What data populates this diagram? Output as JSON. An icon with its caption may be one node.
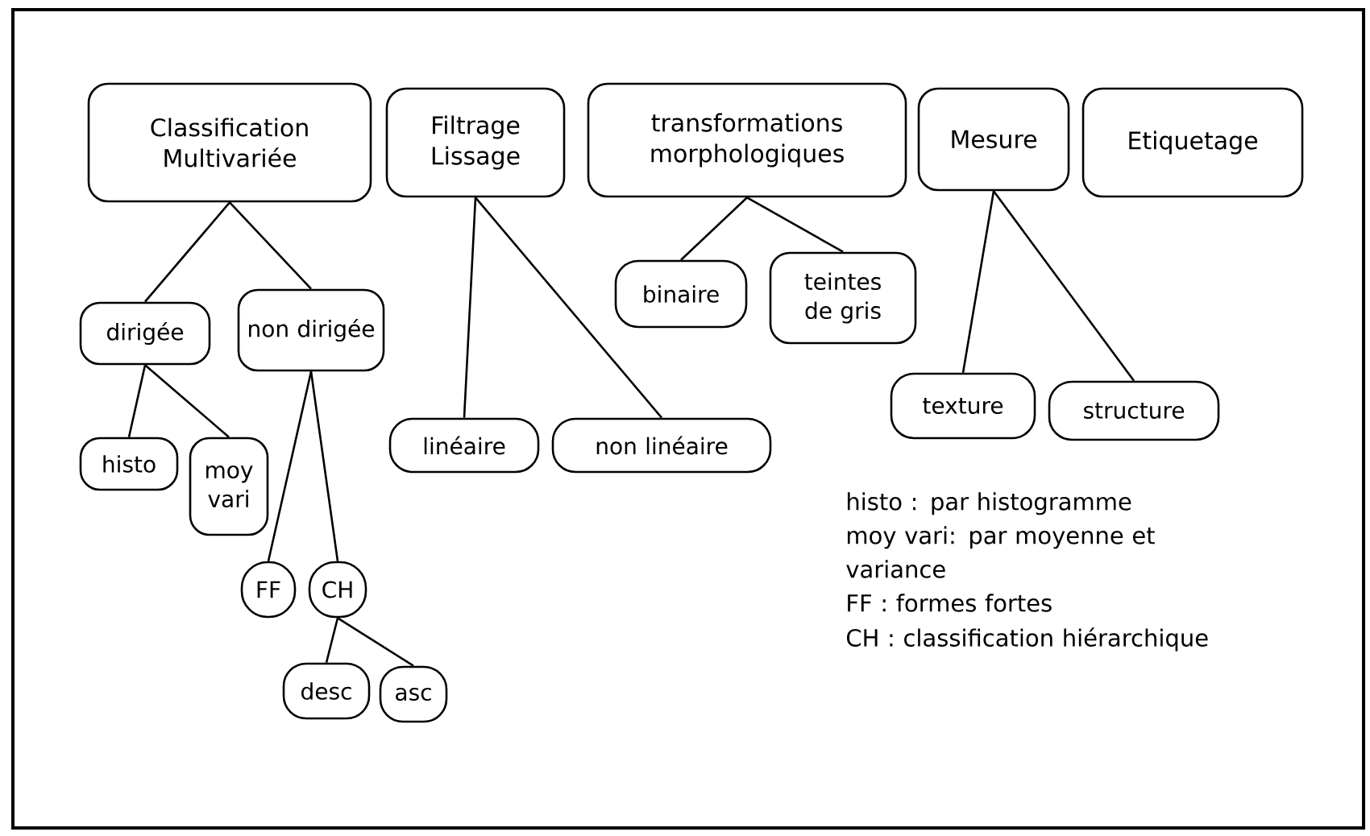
{
  "diagram": {
    "nodes": [
      {
        "text": [
          "Classification Multivariée"
        ]
      },
      {
        "text": [
          "Filtrage Lissage"
        ]
      },
      {
        "text": [
          "transformations morphologiques"
        ]
      },
      {
        "text": [
          "Mesure"
        ]
      },
      {
        "text": [
          "Etiquetage"
        ]
      },
      {
        "text": [
          "dirigée"
        ]
      },
      {
        "text": [
          "non dirigée"
        ]
      },
      {
        "text": [
          "histo"
        ]
      },
      {
        "text": [
          "moy vari"
        ]
      },
      {
        "text": [
          "FF"
        ]
      },
      {
        "text": [
          "CH"
        ]
      },
      {
        "text": [
          "desc"
        ]
      },
      {
        "text": [
          "asc"
        ]
      },
      {
        "text": [
          "linéaire"
        ]
      },
      {
        "text": [
          "non linéaire"
        ]
      },
      {
        "text": [
          "binaire"
        ]
      },
      {
        "text": [
          "teintes de gris"
        ]
      },
      {
        "text": [
          "texture"
        ]
      },
      {
        "text": [
          "structure"
        ]
      }
    ],
    "edges": [
      {
        "from": 0,
        "to": 5,
        "arrow": "none"
      },
      {
        "from": 0,
        "to": 6,
        "arrow": "none"
      },
      {
        "from": 5,
        "to": 7,
        "arrow": "none"
      },
      {
        "from": 5,
        "to": 8,
        "arrow": "none"
      },
      {
        "from": 6,
        "to": 9,
        "arrow": "none"
      },
      {
        "from": 6,
        "to": 10,
        "arrow": "none"
      },
      {
        "from": 10,
        "to": 11,
        "arrow": "none"
      },
      {
        "from": 10,
        "to": 12,
        "arrow": "none"
      },
      {
        "from": 1,
        "to": 13,
        "arrow": "none"
      },
      {
        "from": 1,
        "to": 14,
        "arrow": "none"
      },
      {
        "from": 2,
        "to": 15,
        "arrow": "none"
      },
      {
        "from": 2,
        "to": 16,
        "arrow": "none"
      },
      {
        "from": 3,
        "to": 17,
        "arrow": "none"
      },
      {
        "from": 3,
        "to": 18,
        "arrow": "none"
      }
    ],
    "labels": [
      "histo : par histogramme",
      "moy vari: par moyenne et variance",
      "FF  : formes fortes",
      "CH  : classification hiérarchique"
    ]
  }
}
